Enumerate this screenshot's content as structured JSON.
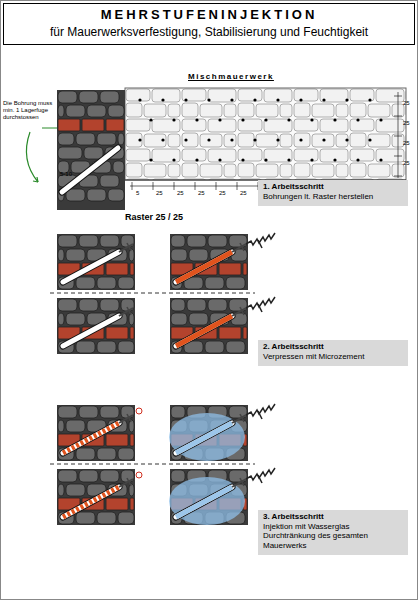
{
  "diagram": {
    "title": "MEHRSTUFENINJEKTION",
    "nodes": [
      {
        "text": [
          "1. Arbeitsschritt",
          "Bohrungen lt. Raster herstellen"
        ]
      },
      {
        "text": [
          "2. Arbeitsschritt",
          "Verpressen mit Microzement"
        ]
      },
      {
        "text": [
          "3. Arbeitsschritt",
          "Injektion mit Wasserglas Durchtränkung des gesamten Mauerwerks"
        ]
      }
    ],
    "labels": [
      "für Mauerwerksverfestigung, Stabilisierung und Feuchtigkeit",
      "Mischmauerwerk",
      "Die Bohrung muss min. 1 Lagerfuge durchstossen",
      "5-10",
      "25",
      "25",
      "25",
      "25",
      "5",
      "25",
      "25",
      "25",
      "25",
      "25",
      "Raster 25 / 25"
    ]
  }
}
